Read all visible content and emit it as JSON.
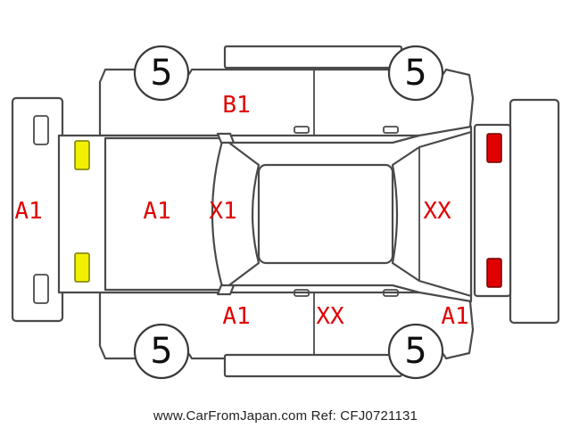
{
  "colors": {
    "damage_code": "#e00000",
    "outline": "#4a4a4a",
    "front_lamp": "#f0f000",
    "rear_lamp": "#e00000"
  },
  "wheels": {
    "front_left": "5",
    "rear_left": "5",
    "front_right": "5",
    "rear_right": "5"
  },
  "codes": {
    "front_bumper": "A1",
    "hood": "A1",
    "windshield": "X1",
    "top_front_door": "B1",
    "rear_window": "XX",
    "bottom_front_door": "A1",
    "bottom_rear_door": "XX",
    "bottom_rear_quarter": "A1"
  },
  "footer": "www.CarFromJapan.com Ref: CFJ0721131"
}
